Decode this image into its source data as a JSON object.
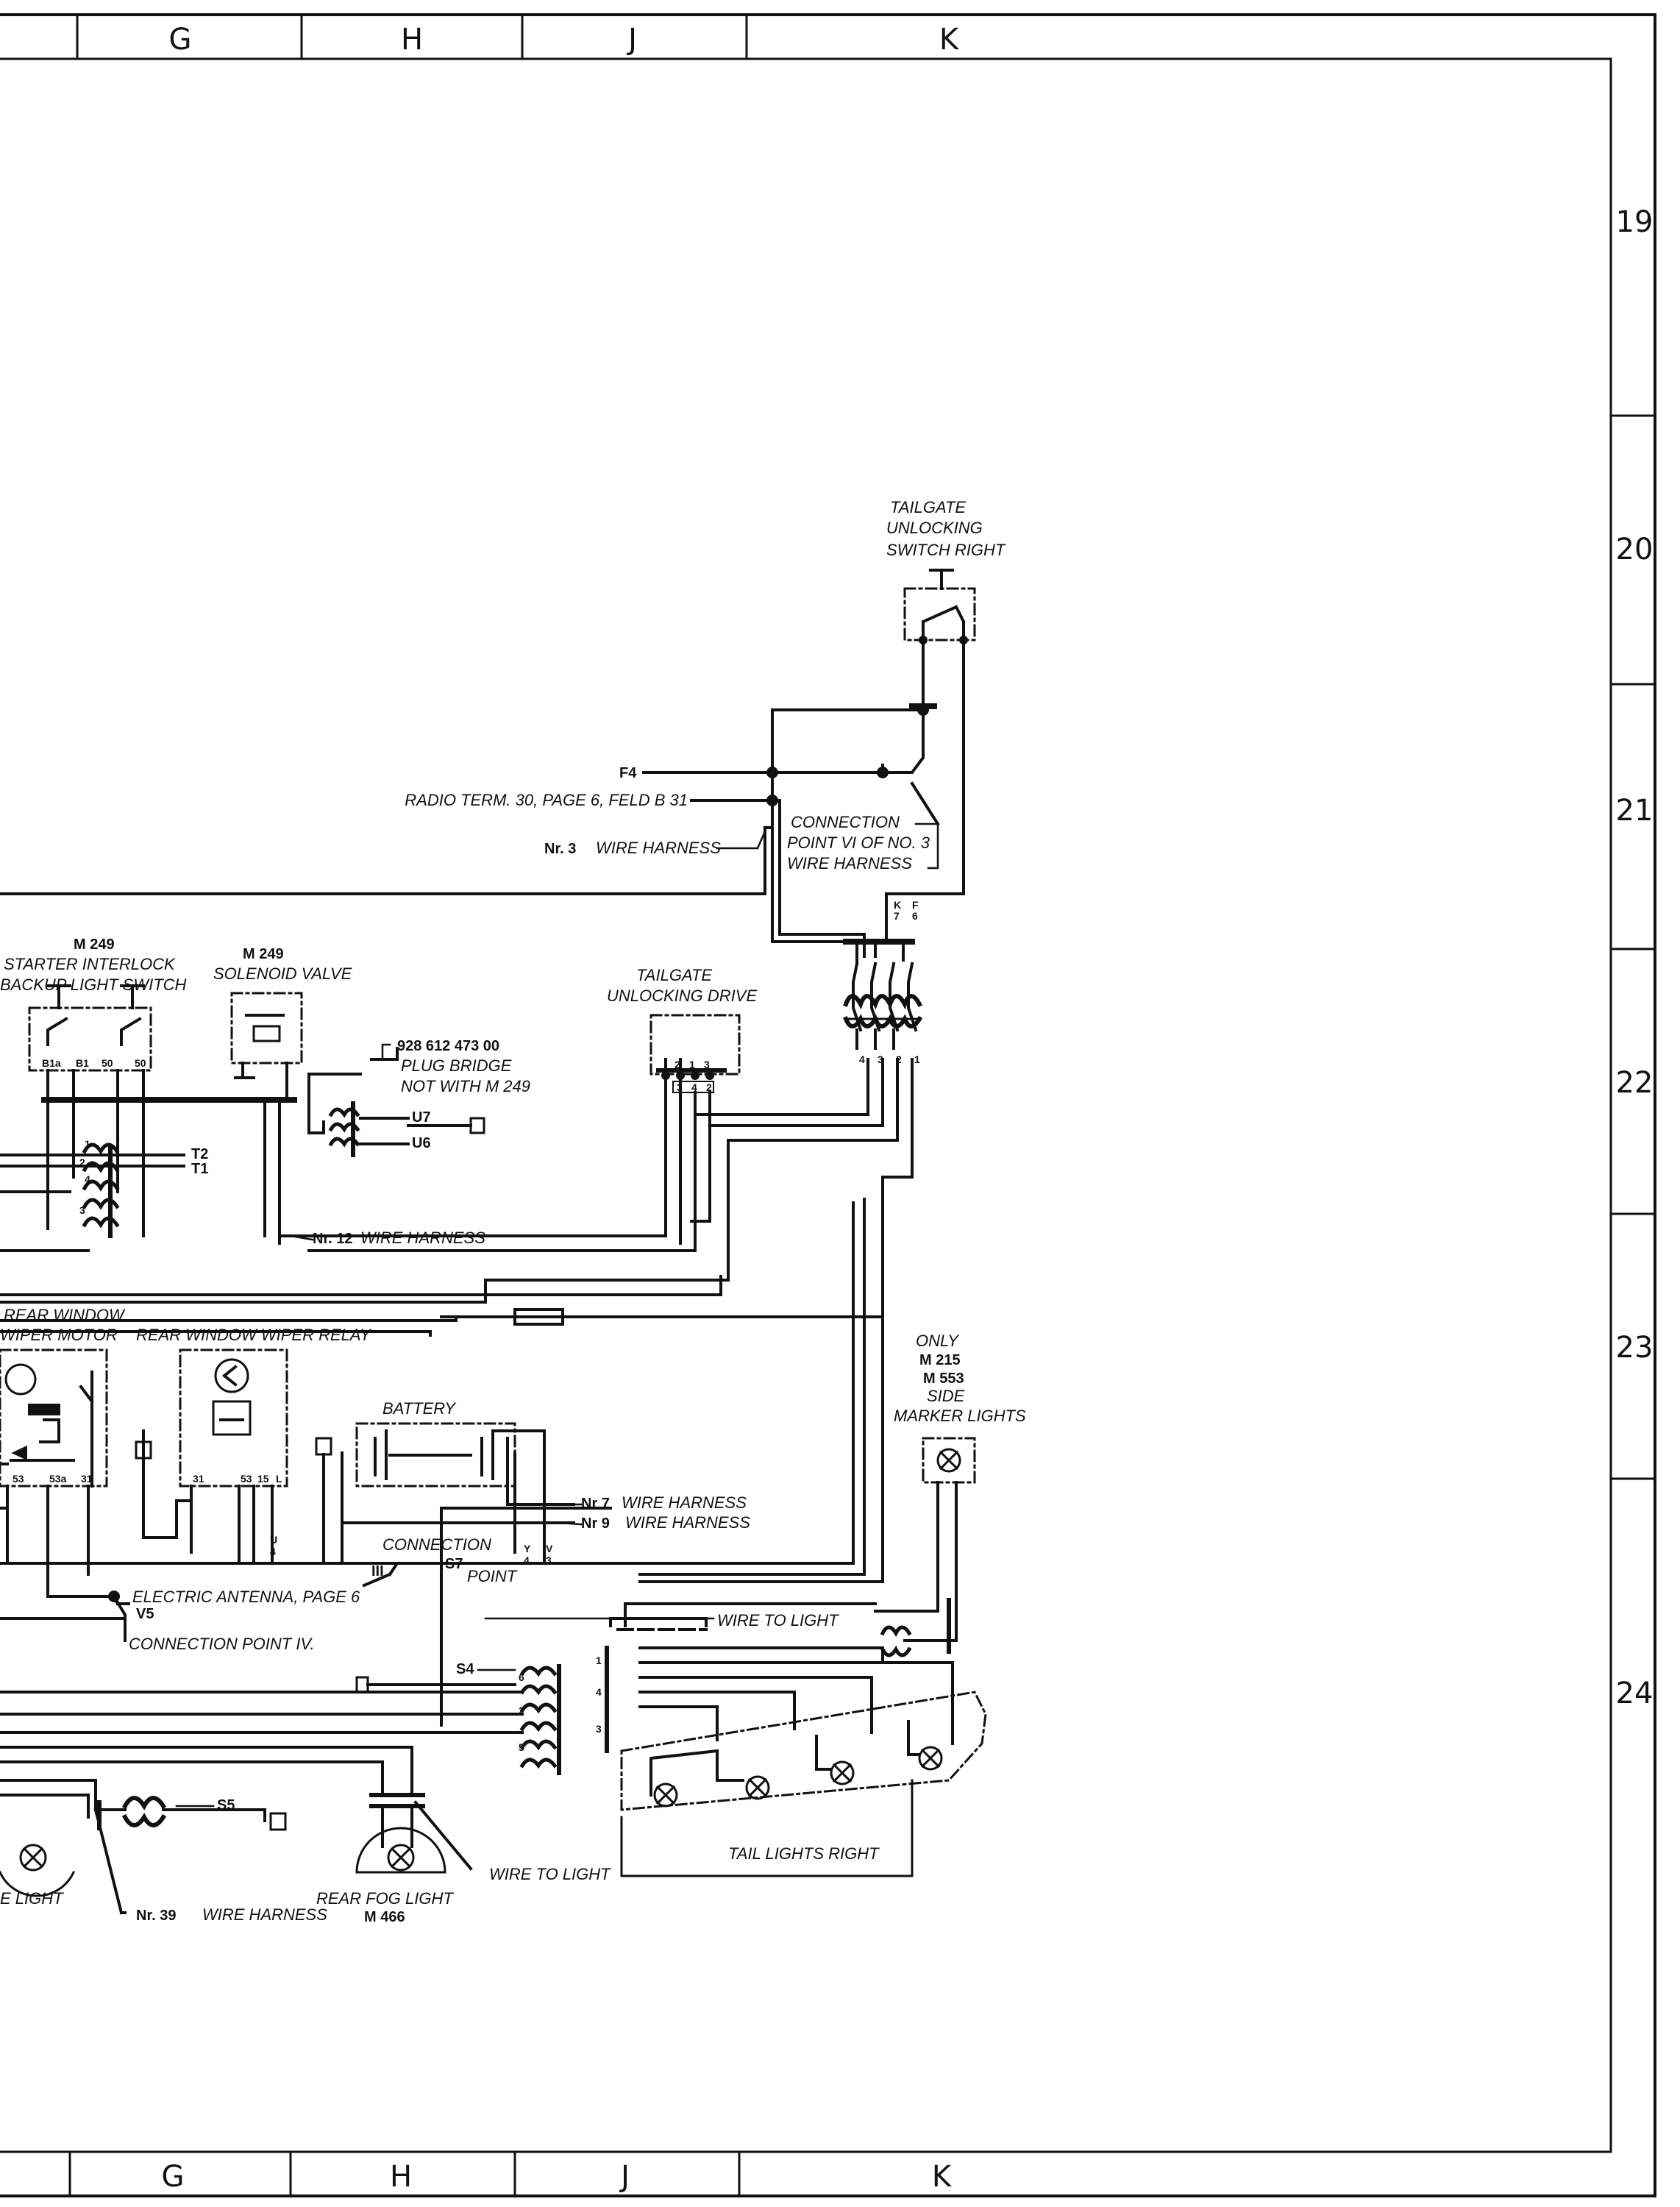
{
  "grid": {
    "columns": [
      "G",
      "H",
      "J",
      "K"
    ],
    "rows": [
      "19",
      "20",
      "21",
      "22",
      "23",
      "24"
    ]
  },
  "labels": {
    "tailgate_switch": [
      "TAILGATE",
      "UNLOCKING",
      "SWITCH  RIGHT"
    ],
    "f4": "F4",
    "radio_term": "RADIO TERM. 30, PAGE 6, FELD B 31",
    "nr3_prefix": "Nr. 3",
    "nr3_suffix": "WIRE HARNESS",
    "connection_vi": [
      "CONNECTION",
      "POINT VI OF NO. 3",
      "WIRE HARNESS"
    ],
    "starter_code": "M 249",
    "starter_interlock": [
      "STARTER INTERLOCK",
      "BACKUP LIGHT SWITCH"
    ],
    "solenoid_code": "M 249",
    "solenoid_valve": "SOLENOID VALVE",
    "plug_bridge_part": "928 612 473 00",
    "plug_bridge": [
      "PLUG BRIDGE",
      "NOT WITH M 249"
    ],
    "tailgate_drive": [
      "TAILGATE",
      "UNLOCKING DRIVE"
    ],
    "u7": "U7",
    "u6": "U6",
    "t2": "T2",
    "t1": "T1",
    "nr12_prefix": "Nr. 12",
    "nr12_suffix": "WIRE HARNESS",
    "rear_window_motor": [
      "REAR WINDOW",
      "WIPER MOTOR"
    ],
    "wiper_relay": "REAR WINDOW WIPER RELAY",
    "battery": "BATTERY",
    "only": "ONLY",
    "m215": "M 215",
    "m553": "M 553",
    "side_marker": [
      "SIDE",
      "MARKER LIGHTS"
    ],
    "nr7_prefix": "Nr 7",
    "nr7_suffix": "WIRE HARNESS",
    "nr9_prefix": "Nr 9",
    "nr9_suffix": "WIRE HARNESS",
    "connection_iii": [
      "CONNECTION",
      "POINT"
    ],
    "roman_iii": "III",
    "s7": "S7",
    "electric_antenna": "ELECTRIC ANTENNA, PAGE 6",
    "v5": "V5",
    "connection_iv": "CONNECTION POINT  IV.",
    "wire_to_light_1": "WIRE TO LIGHT",
    "s4": "S4",
    "tail_lights": "TAIL LIGHTS RIGHT",
    "s5": "S5",
    "plate_light": "E LIGHT",
    "nr39_prefix": "Nr.  39",
    "nr39_suffix": "WIRE HARNESS",
    "rear_fog": "REAR FOG LIGHT",
    "m466": "M  466",
    "wire_to_light_2": "WIRE TO LIGHT"
  },
  "pins": {
    "starter": [
      "B1a",
      "B1",
      "50",
      "50"
    ],
    "wiper_motor": [
      "53",
      "53a",
      "31"
    ],
    "wiper_relay": [
      "31",
      "53",
      "15",
      "L"
    ],
    "drive": [
      "2",
      "1",
      "3",
      "3",
      "4",
      "2"
    ],
    "connector_top": [
      "K",
      "F",
      "7",
      "6"
    ],
    "connector_bottom": [
      "4",
      "3",
      "2",
      "1"
    ],
    "left_conn": [
      "1",
      "2",
      "4",
      "3"
    ],
    "lamp_conn": [
      "1",
      "6",
      "4",
      "2",
      "3",
      "5"
    ],
    "v_labels": [
      "Y",
      "V",
      "4",
      "3"
    ],
    "u4": [
      "U",
      "4"
    ]
  }
}
